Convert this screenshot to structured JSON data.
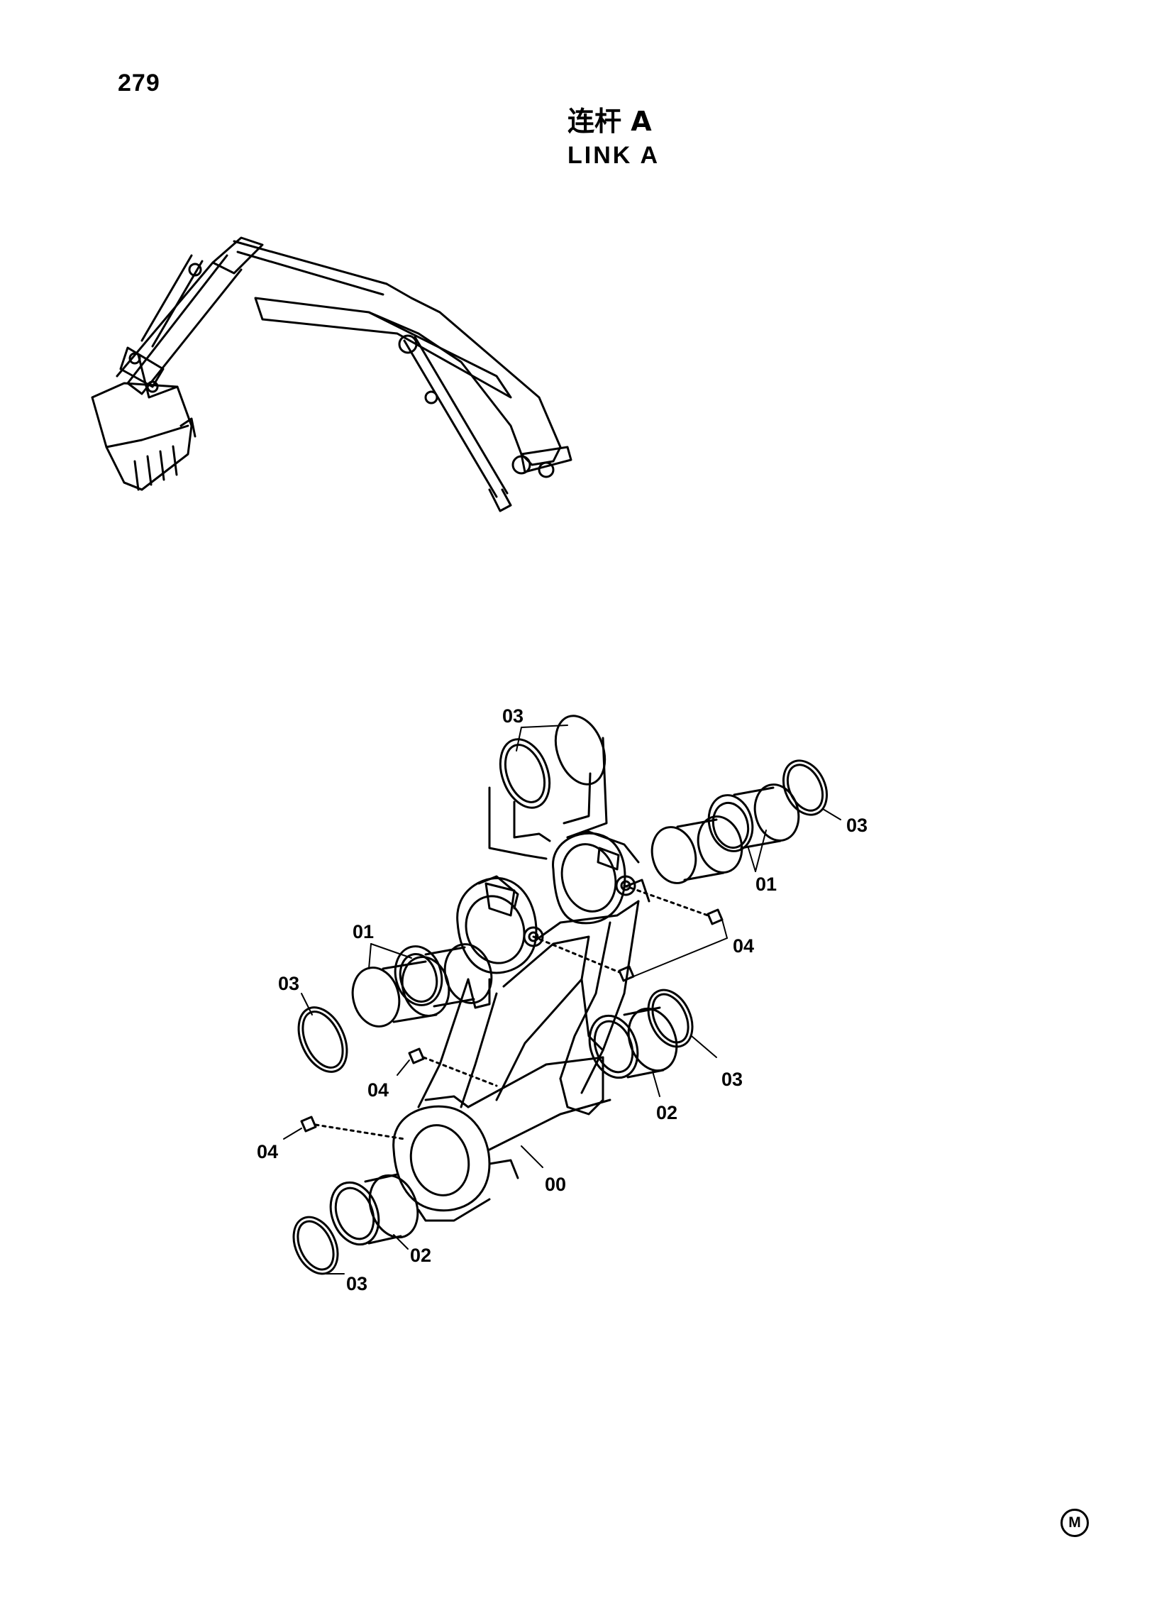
{
  "page": {
    "number": "279",
    "title_cn": "连杆 A",
    "title_en": "LINK  A",
    "corner_mark": "M"
  },
  "callouts": {
    "c_03_top": "03",
    "c_03_right_top": "03",
    "c_01_right": "01",
    "c_04_right": "04",
    "c_01_left": "01",
    "c_03_left": "03",
    "c_04_left_mid": "04",
    "c_03_right_mid": "03",
    "c_02_right": "02",
    "c_04_left_low": "04",
    "c_00": "00",
    "c_02_bottom": "02",
    "c_03_bottom": "03"
  }
}
